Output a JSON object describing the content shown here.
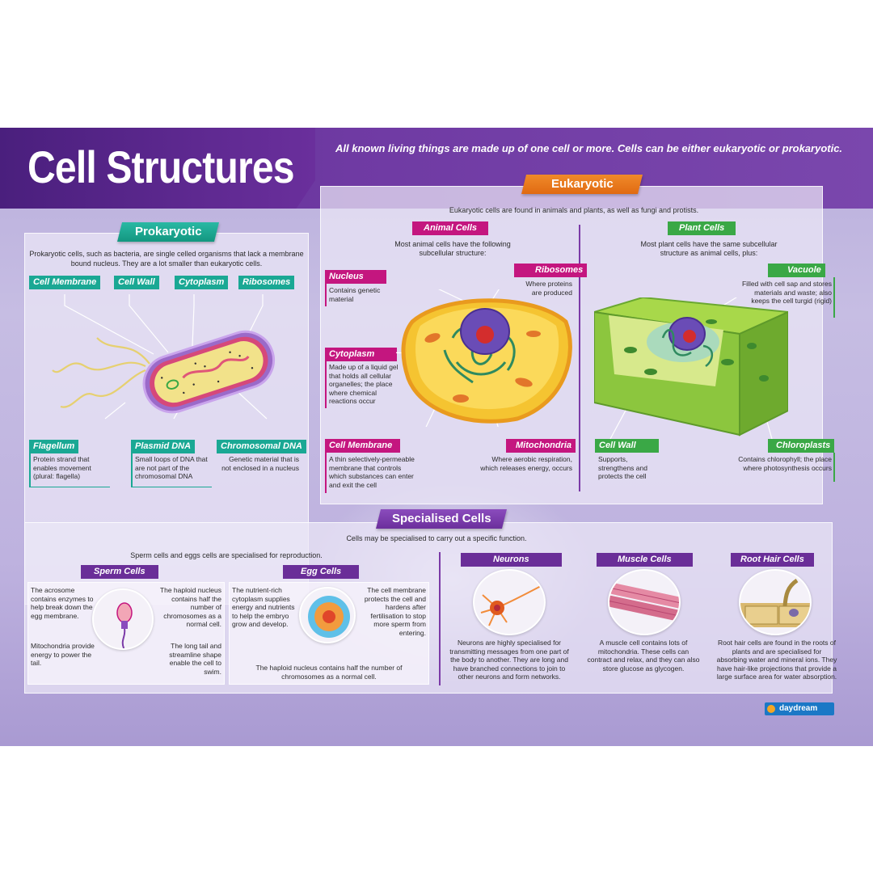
{
  "header": {
    "title": "Cell Structures",
    "tagline": "All known living things are made up of one cell or more. Cells can be either eukaryotic or prokaryotic."
  },
  "prokaryotic": {
    "heading": "Prokaryotic",
    "intro": "Prokaryotic cells, such as bacteria, are single celled organisms that lack a membrane bound nucleus. They are a lot smaller than eukaryotic cells.",
    "labels": {
      "cell_membrane": "Cell Membrane",
      "cell_wall": "Cell Wall",
      "cytoplasm": "Cytoplasm",
      "ribosomes": "Ribosomes",
      "flagellum": "Flagellum",
      "plasmid_dna": "Plasmid DNA",
      "chromosomal_dna": "Chromosomal DNA"
    },
    "descriptions": {
      "flagellum": "Protein strand that enables movement (plural: flagella)",
      "plasmid_dna": "Small loops of DNA that are not part of the chromosomal DNA",
      "chromosomal_dna": "Genetic material that is not enclosed in a nucleus"
    }
  },
  "eukaryotic": {
    "heading": "Eukaryotic",
    "intro": "Eukaryotic cells are found in animals and plants, as well as fungi and protists.",
    "animal": {
      "heading": "Animal Cells",
      "intro": "Most animal cells have the following subcellular structure:",
      "nucleus_label": "Nucleus",
      "nucleus_text": "Contains genetic material",
      "ribosomes_label": "Ribosomes",
      "ribosomes_text": "Where proteins are produced",
      "cytoplasm_label": "Cytoplasm",
      "cytoplasm_text": "Made up of a liquid gel that holds all cellular organelles; the place where chemical reactions occur",
      "membrane_label": "Cell Membrane",
      "membrane_text": "A thin selectively-permeable membrane that controls which substances can enter and exit the cell",
      "mitochondria_label": "Mitochondria",
      "mitochondria_text": "Where aerobic respiration, which releases energy, occurs"
    },
    "plant": {
      "heading": "Plant Cells",
      "intro": "Most plant cells have the same subcellular structure as animal cells, plus:",
      "vacuole_label": "Vacuole",
      "vacuole_text": "Filled with cell sap and stores materials and waste; also keeps the cell turgid (rigid)",
      "wall_label": "Cell Wall",
      "wall_text": "Supports, strengthens and protects the cell",
      "chloroplasts_label": "Chloroplasts",
      "chloroplasts_text": "Contains chlorophyll; the place where photosynthesis occurs"
    }
  },
  "specialised": {
    "heading": "Specialised Cells",
    "intro": "Cells may be specialised to carry out a specific function.",
    "reproduction_intro": "Sperm cells and eggs cells are specialised for reproduction.",
    "sperm": {
      "heading": "Sperm Cells",
      "acrosome": "The acrosome contains enzymes to help break down the egg membrane.",
      "nucleus": "The haploid nucleus contains half the number of chromosomes as a normal cell.",
      "mitochondria": "Mitochondria provide energy to power the tail.",
      "tail": "The long tail and streamline shape enable the cell to swim."
    },
    "egg": {
      "heading": "Egg Cells",
      "cytoplasm": "The nutrient-rich cytoplasm supplies energy and nutrients to help the embryo grow and develop.",
      "membrane": "The cell membrane protects the cell and hardens after fertilisation to stop more sperm from entering.",
      "nucleus": "The haploid nucleus contains half the number of chromosomes as a normal cell."
    },
    "neurons": {
      "heading": "Neurons",
      "text": "Neurons are highly specialised for transmitting messages from one part of the body to another. They are long and have branched connections to join to other neurons and form networks."
    },
    "muscle": {
      "heading": "Muscle Cells",
      "text": "A muscle cell contains lots of mitochondria. These cells can contract and relax, and they can also store glucose as glycogen."
    },
    "root_hair": {
      "heading": "Root Hair Cells",
      "text": "Root hair cells are found in the roots of plants and are specialised for absorbing water and mineral ions. They have hair-like projections that provide a large surface area for water absorption."
    }
  },
  "brand": {
    "logo_text": "daydream"
  }
}
